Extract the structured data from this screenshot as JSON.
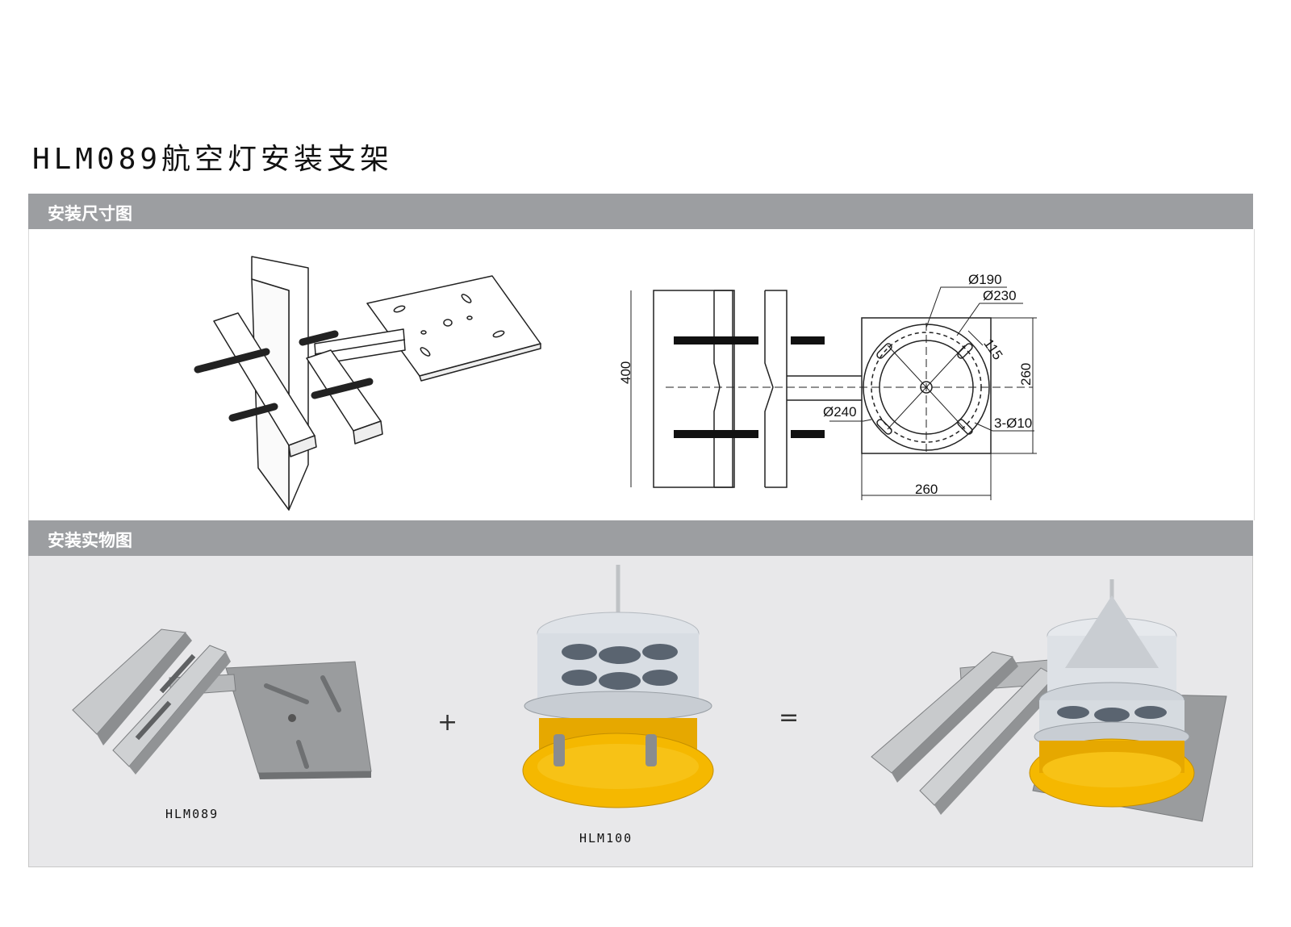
{
  "page_title": "HLM089航空灯安装支架",
  "section_dimension": {
    "label": "安装尺寸图"
  },
  "dimensions": {
    "d190": "Ø190",
    "d230": "Ø230",
    "d115": "115",
    "d240": "Ø240",
    "holes": "3-Ø10",
    "height": "400",
    "side": "260",
    "bottom": "260"
  },
  "section_photo": {
    "label": "安装实物图"
  },
  "products": {
    "bracket_label": "HLM089",
    "light_label": "HLM100",
    "plus": "+",
    "equals": "="
  },
  "colors": {
    "section_bar": "#9c9ea1",
    "light_base": "#f5b800",
    "photo_bg": "#e8e8ea"
  }
}
